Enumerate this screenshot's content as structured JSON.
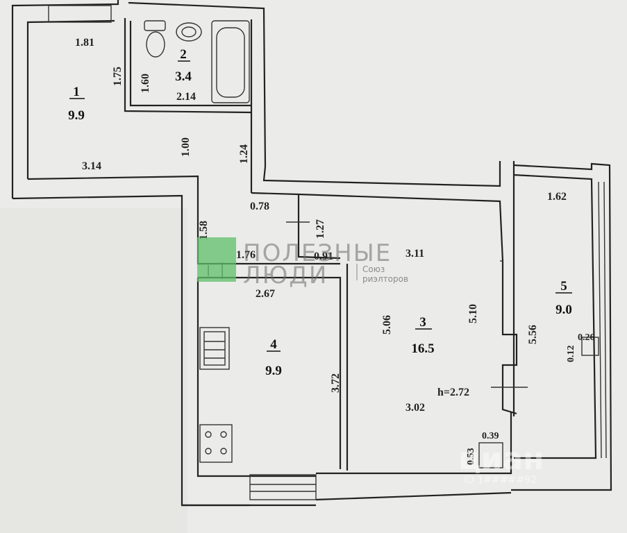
{
  "rooms": {
    "r1": {
      "num": "1",
      "area": "9.9"
    },
    "r2": {
      "num": "2",
      "area": "3.4"
    },
    "r3": {
      "num": "3",
      "area": "16.5"
    },
    "r4": {
      "num": "4",
      "area": "9.9"
    },
    "r5": {
      "num": "5",
      "area": "9.0"
    }
  },
  "dimensions": {
    "d181": "1.81",
    "d175": "1.75",
    "d160": "1.60",
    "d214": "2.14",
    "d100": "1.00",
    "d124": "1.24",
    "d314": "3.14",
    "d158": "1.58",
    "d078": "0.78",
    "d127": "1.27",
    "d176": "1.76",
    "d091": "0.91",
    "d311": "3.11",
    "d267": "2.67",
    "d506": "5.06",
    "d510": "5.10",
    "d372": "3.72",
    "d302": "3.02",
    "d039": "0.39",
    "d053": "0.53",
    "d162": "1.62",
    "d556": "5.56",
    "d012": "0.12",
    "d026": "0.26"
  },
  "ceiling_height": "h=2.72",
  "watermark": {
    "line1": "ПОЛЕЗНЫЕ",
    "line2": "ЛЮДИ",
    "sub1": "Союз",
    "sub2": "риэлторов",
    "brand": "циан",
    "id": "ID 1#####92"
  },
  "colors": {
    "logo_green": "#5fbf6a",
    "paper": "#ebebe9",
    "ink": "#222222"
  }
}
